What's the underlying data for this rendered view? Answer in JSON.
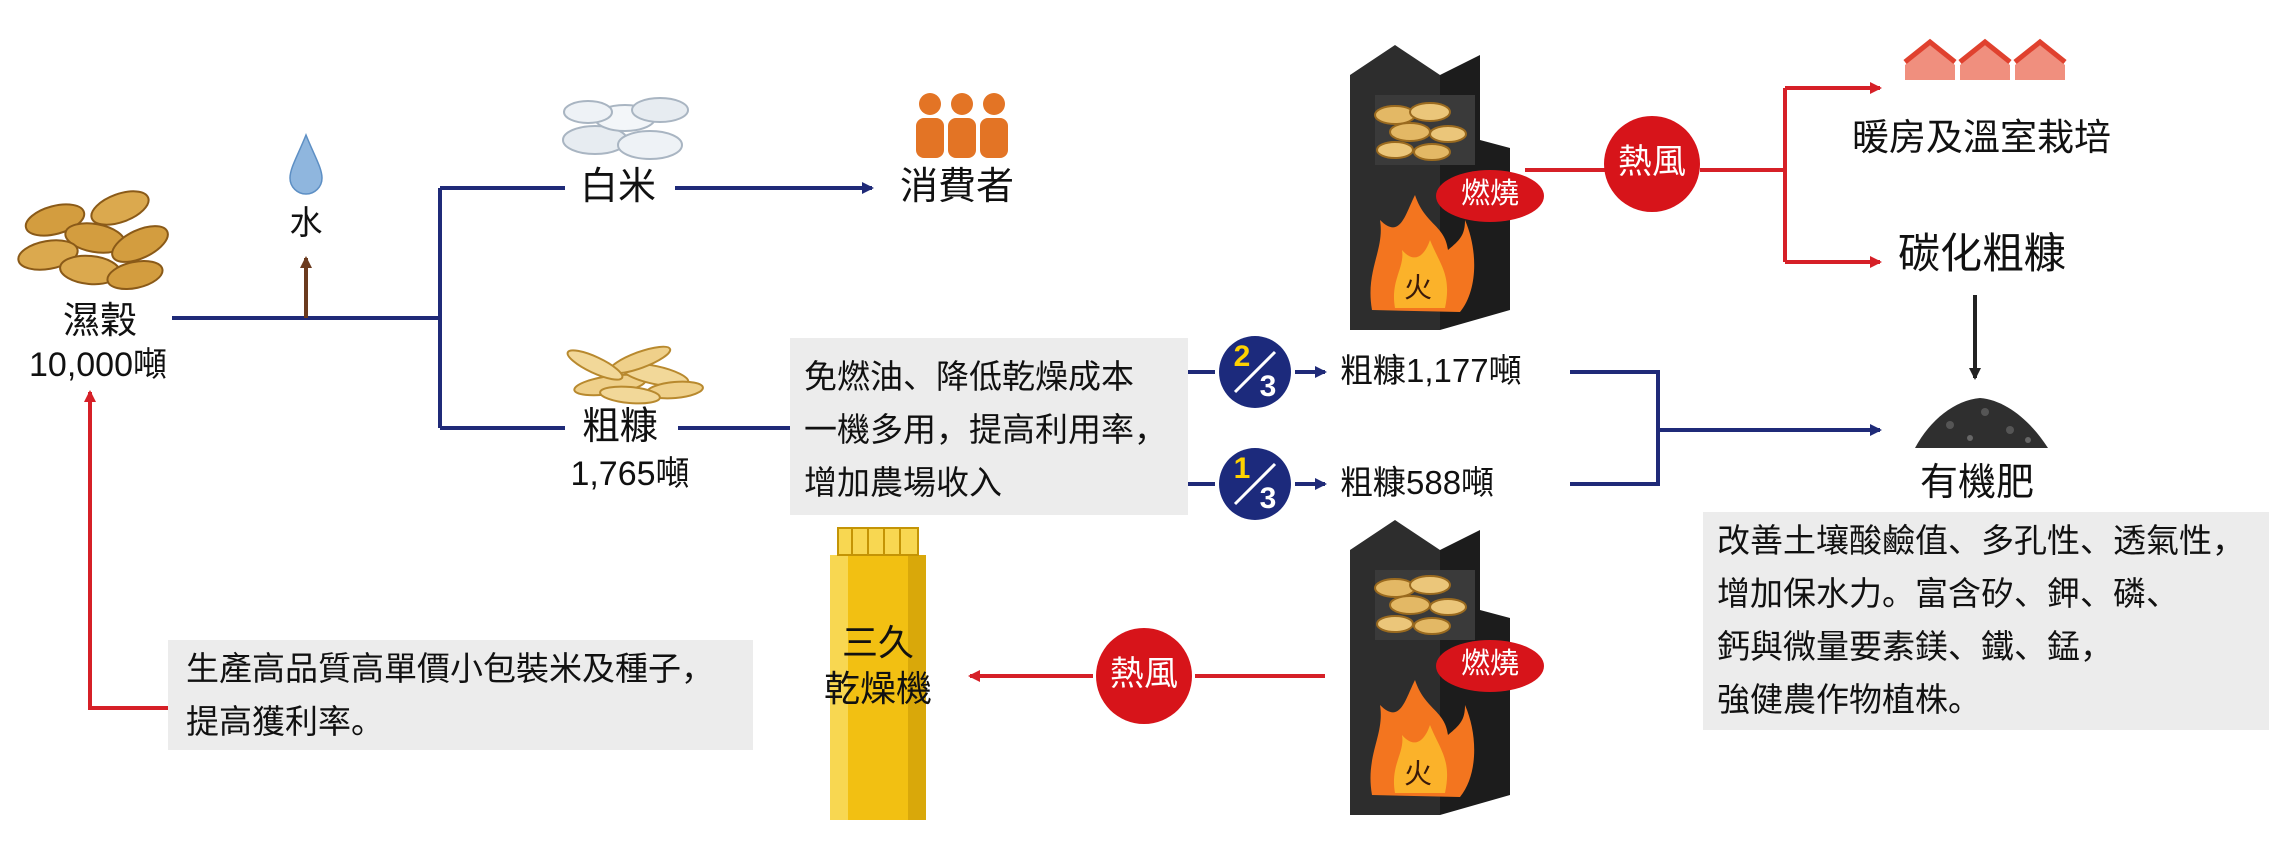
{
  "nodes": {
    "wet_paddy": "濕穀",
    "wet_paddy_qty": "10,000噸",
    "water": "水",
    "white_rice": "白米",
    "consumer": "消費者",
    "husk": "粗糠",
    "husk_qty": "1,765噸",
    "husk_two_thirds": "粗糠1,177噸",
    "husk_one_third": "粗糠588噸",
    "dryer_line1": "三久",
    "dryer_line2": "乾燥機",
    "heating": "暖房及溫室栽培",
    "carbonized_husk": "碳化粗糠",
    "fertilizer": "有機肥"
  },
  "badges": {
    "burning_top": "燃燒",
    "burning_bottom": "燃燒",
    "fire_top": "火",
    "fire_bottom": "火",
    "hot_air_top": "熱風",
    "hot_air_bottom": "熱風"
  },
  "fractions": {
    "two_thirds_num": "2",
    "two_thirds_den": "3",
    "one_third_num": "1",
    "one_third_den": "3"
  },
  "notes": {
    "benefit": [
      "免燃油、降低乾燥成本",
      "一機多用，提高利用率，",
      "增加農場收入"
    ],
    "premium": [
      "生產高品質高單價小包裝米及種子，",
      "提高獲利率。"
    ],
    "fertilizer_benefit": [
      "改善土壤酸鹼值、多孔性、透氣性，",
      "增加保水力。富含矽、鉀、磷、",
      "鈣與微量要素鎂、鐵、錳，",
      "強健農作物植株。"
    ]
  },
  "colors": {
    "blue_line": "#1f2a78",
    "red_line": "#d62027",
    "badge_red": "#d7141a",
    "dark_badge": "#1c2a7c",
    "note_bg": "#ececec",
    "dryer_yellow": "#f2c012",
    "furnace": "#2b2b2b",
    "grain": "#d9a545",
    "fire": "#f3751f",
    "people": "#e37425"
  }
}
